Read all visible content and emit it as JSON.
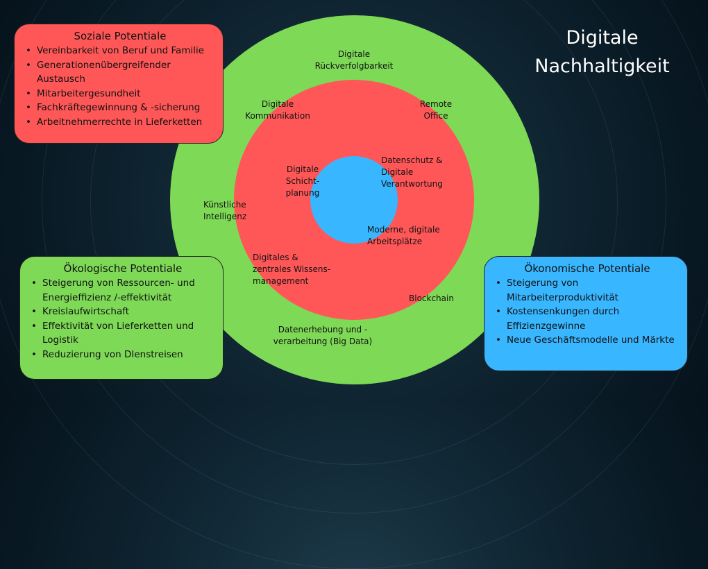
{
  "title": {
    "line1": "Digitale",
    "line2": "Nachhaltigkeit"
  },
  "colors": {
    "outer": "#7ed957",
    "middle": "#ff5757",
    "inner": "#38b6ff"
  },
  "ring_labels": [
    {
      "text": "Digitale\nRückverfolgbarkeit"
    },
    {
      "text": "Digitale\nKommunikation"
    },
    {
      "text": "Remote\nOffice"
    },
    {
      "text": "Künstliche\nIntelligenz"
    },
    {
      "text": "Blockchain"
    },
    {
      "text": "Datenerhebung und -\nverarbeitung (Big Data)"
    },
    {
      "text": "Digitale\nSchicht-\nplanung"
    },
    {
      "text": "Datenschutz &\nDigitale\nVerantwortung"
    },
    {
      "text": "Moderne, digitale\nArbeitsplätze"
    },
    {
      "text": "Digitales &\nzentrales Wissens-\nmanagement"
    }
  ],
  "social": {
    "title": "Soziale Potentiale",
    "items": [
      "Vereinbarkeit von Beruf und Familie",
      "Generationenübergreifender Austausch",
      "Mitarbeitergesundheit",
      "Fachkräftegewinnung & -sicherung",
      "Arbeitnehmerrechte in Lieferketten"
    ]
  },
  "ecological": {
    "title": "Ökologische Potentiale",
    "items": [
      "Steigerung von Ressourcen- und Energieffizienz /-effektivität",
      "Kreislaufwirtschaft",
      "Effektivität von Lieferketten und Logistik",
      "Reduzierung von DIenstreisen"
    ]
  },
  "economic": {
    "title": "Ökonomische Potentiale",
    "items": [
      "Steigerung von Mitarbeiterproduktivität",
      "Kostensenkungen durch Effizienzgewinne",
      "Neue Geschäftsmodelle und Märkte"
    ]
  }
}
